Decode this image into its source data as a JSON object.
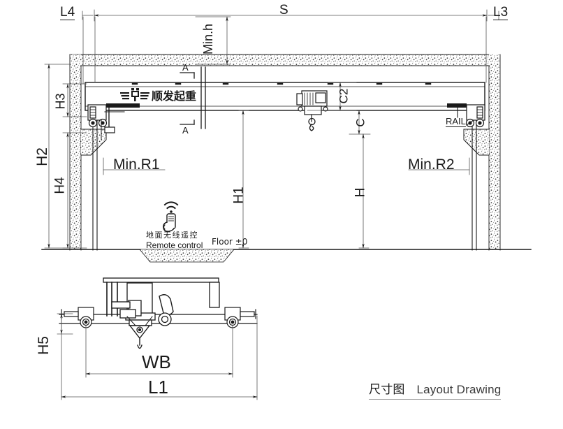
{
  "drawing": {
    "title_cn": "尺寸图",
    "title_en": "Layout Drawing",
    "brand_logo_cn": "顺发起重"
  },
  "dimensions": {
    "span": "S",
    "left_overhang": "L4",
    "right_overhang": "L3",
    "min_headroom": "Min.h",
    "h_total": "H2",
    "h_upper": "H3",
    "h_lower": "H4",
    "h_hook": "H1",
    "h_lift": "H",
    "h_trolley": "H5",
    "c2": "C2",
    "c": "C",
    "min_r1": "Min.R1",
    "min_r2": "Min.R2",
    "wheel_base": "WB",
    "crane_length": "L1"
  },
  "annotations": {
    "rail": "RAIL",
    "floor": "Floor ±0",
    "section_mark_top": "A",
    "section_mark_bottom": "A",
    "remote_cn": "地面无线遥控",
    "remote_en": "Remote control"
  },
  "colors": {
    "line": "#1a1a1a",
    "thin_line": "#555555",
    "concrete": "#9a9a9a",
    "title_rule": "#9a9a9a"
  }
}
